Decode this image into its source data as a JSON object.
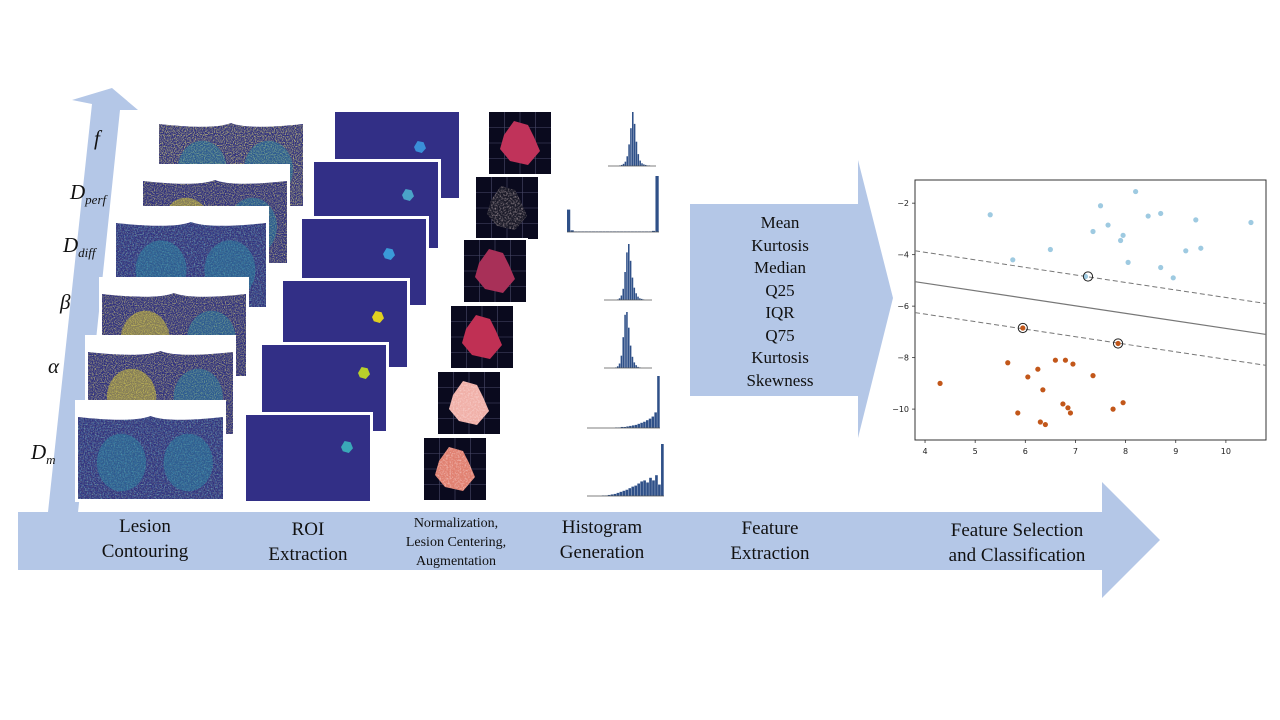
{
  "parameters": [
    "f",
    "D_perf",
    "D_diff",
    "β",
    "α",
    "D_m"
  ],
  "parameter_display": [
    {
      "main": "f",
      "sub": ""
    },
    {
      "main": "D",
      "sub": "perf"
    },
    {
      "main": "D",
      "sub": "diff"
    },
    {
      "main": "β",
      "sub": ""
    },
    {
      "main": "α",
      "sub": ""
    },
    {
      "main": "D",
      "sub": "m"
    }
  ],
  "pipeline_steps": [
    {
      "line1": "Lesion",
      "line2": "Contouring",
      "line3": ""
    },
    {
      "line1": "ROI",
      "line2": "Extraction",
      "line3": ""
    },
    {
      "line1": "Normalization,",
      "line2": "Lesion Centering,",
      "line3": "Augmentation"
    },
    {
      "line1": "Histogram",
      "line2": "Generation",
      "line3": ""
    },
    {
      "line1": "Feature",
      "line2": "Extraction",
      "line3": ""
    },
    {
      "line1": "Feature Selection",
      "line2": "and Classification",
      "line3": ""
    }
  ],
  "features": [
    "Mean",
    "Kurtosis",
    "Median",
    "Q25",
    "IQR",
    "Q75",
    "Kurtosis",
    "Skewness"
  ],
  "colors": {
    "arrow": "#b4c7e7",
    "map_dark": "#2e2f7f",
    "map_yellow": "#e8d82a",
    "map_teal": "#2a8fa6",
    "roi_bg": "#322f86",
    "norm_bg": "#0a0a1e",
    "lesion_red": "#c0335a",
    "hist_bar": "#2f5088",
    "class_a": "#9ecae1",
    "class_b": "#c2571a",
    "support_ring": "#222222"
  },
  "chart_data": {
    "type": "scatter",
    "title": "",
    "xlabel": "",
    "ylabel": "",
    "xlim": [
      3.8,
      10.8
    ],
    "ylim": [
      -11.2,
      -1.1
    ],
    "xticks": [
      4,
      5,
      6,
      7,
      8,
      9,
      10
    ],
    "yticks": [
      -2,
      -4,
      -6,
      -8,
      -10
    ],
    "series": [
      {
        "class": "upper",
        "points": [
          [
            5.3,
            -2.45
          ],
          [
            5.75,
            -4.2
          ],
          [
            6.5,
            -3.8
          ],
          [
            7.2,
            -4.85
          ],
          [
            7.35,
            -3.1
          ],
          [
            7.5,
            -2.1
          ],
          [
            7.65,
            -2.85
          ],
          [
            7.9,
            -3.45
          ],
          [
            7.95,
            -3.25
          ],
          [
            8.05,
            -4.3
          ],
          [
            8.2,
            -1.55
          ],
          [
            8.45,
            -2.5
          ],
          [
            8.7,
            -2.4
          ],
          [
            8.7,
            -4.5
          ],
          [
            8.95,
            -4.9
          ],
          [
            9.2,
            -3.85
          ],
          [
            9.4,
            -2.65
          ],
          [
            9.5,
            -3.75
          ],
          [
            10.5,
            -2.75
          ]
        ]
      },
      {
        "class": "lower",
        "points": [
          [
            4.3,
            -9.0
          ],
          [
            5.65,
            -8.2
          ],
          [
            5.85,
            -10.15
          ],
          [
            5.95,
            -6.85
          ],
          [
            6.05,
            -8.75
          ],
          [
            6.25,
            -8.45
          ],
          [
            6.35,
            -9.25
          ],
          [
            6.3,
            -10.5
          ],
          [
            6.4,
            -10.6
          ],
          [
            6.6,
            -8.1
          ],
          [
            6.75,
            -9.8
          ],
          [
            6.8,
            -8.1
          ],
          [
            6.85,
            -9.95
          ],
          [
            6.9,
            -10.15
          ],
          [
            6.95,
            -8.25
          ],
          [
            7.35,
            -8.7
          ],
          [
            7.75,
            -10.0
          ],
          [
            7.85,
            -7.45
          ],
          [
            7.95,
            -9.75
          ]
        ]
      }
    ],
    "support_vectors": [
      [
        7.25,
        -4.85
      ],
      [
        5.95,
        -6.85
      ],
      [
        7.85,
        -7.45
      ]
    ],
    "decision_line": [
      [
        3.8,
        -5.05
      ],
      [
        10.8,
        -7.1
      ]
    ],
    "margin_lines": [
      [
        [
          3.8,
          -3.85
        ],
        [
          10.8,
          -5.9
        ]
      ],
      [
        [
          3.8,
          -6.25
        ],
        [
          10.8,
          -8.3
        ]
      ]
    ],
    "histograms": [
      [
        0,
        0,
        0,
        0,
        0,
        0,
        1,
        2,
        4,
        8,
        18,
        40,
        70,
        100,
        78,
        45,
        22,
        10,
        5,
        3,
        2,
        1,
        1,
        0,
        0,
        0
      ],
      [
        40,
        3,
        1,
        1,
        1,
        1,
        1,
        1,
        1,
        1,
        1,
        1,
        1,
        1,
        1,
        1,
        1,
        1,
        1,
        1,
        1,
        1,
        1,
        1,
        2,
        100
      ],
      [
        0,
        0,
        0,
        0,
        0,
        0,
        0,
        1,
        3,
        8,
        20,
        50,
        85,
        100,
        70,
        40,
        22,
        12,
        6,
        3,
        2,
        1,
        0,
        0,
        0,
        0
      ],
      [
        0,
        0,
        0,
        0,
        0,
        0,
        1,
        3,
        8,
        22,
        55,
        95,
        100,
        72,
        40,
        20,
        10,
        5,
        2,
        1,
        0,
        0,
        0,
        0,
        0,
        0
      ],
      [
        0,
        0,
        0,
        0,
        0,
        0,
        0,
        0,
        0,
        0,
        1,
        1,
        2,
        2,
        3,
        4,
        5,
        6,
        8,
        10,
        12,
        15,
        18,
        22,
        30,
        100
      ],
      [
        0,
        0,
        0,
        0,
        0,
        1,
        1,
        2,
        3,
        4,
        6,
        8,
        10,
        12,
        15,
        18,
        20,
        24,
        28,
        30,
        26,
        35,
        30,
        40,
        22,
        100
      ]
    ]
  }
}
